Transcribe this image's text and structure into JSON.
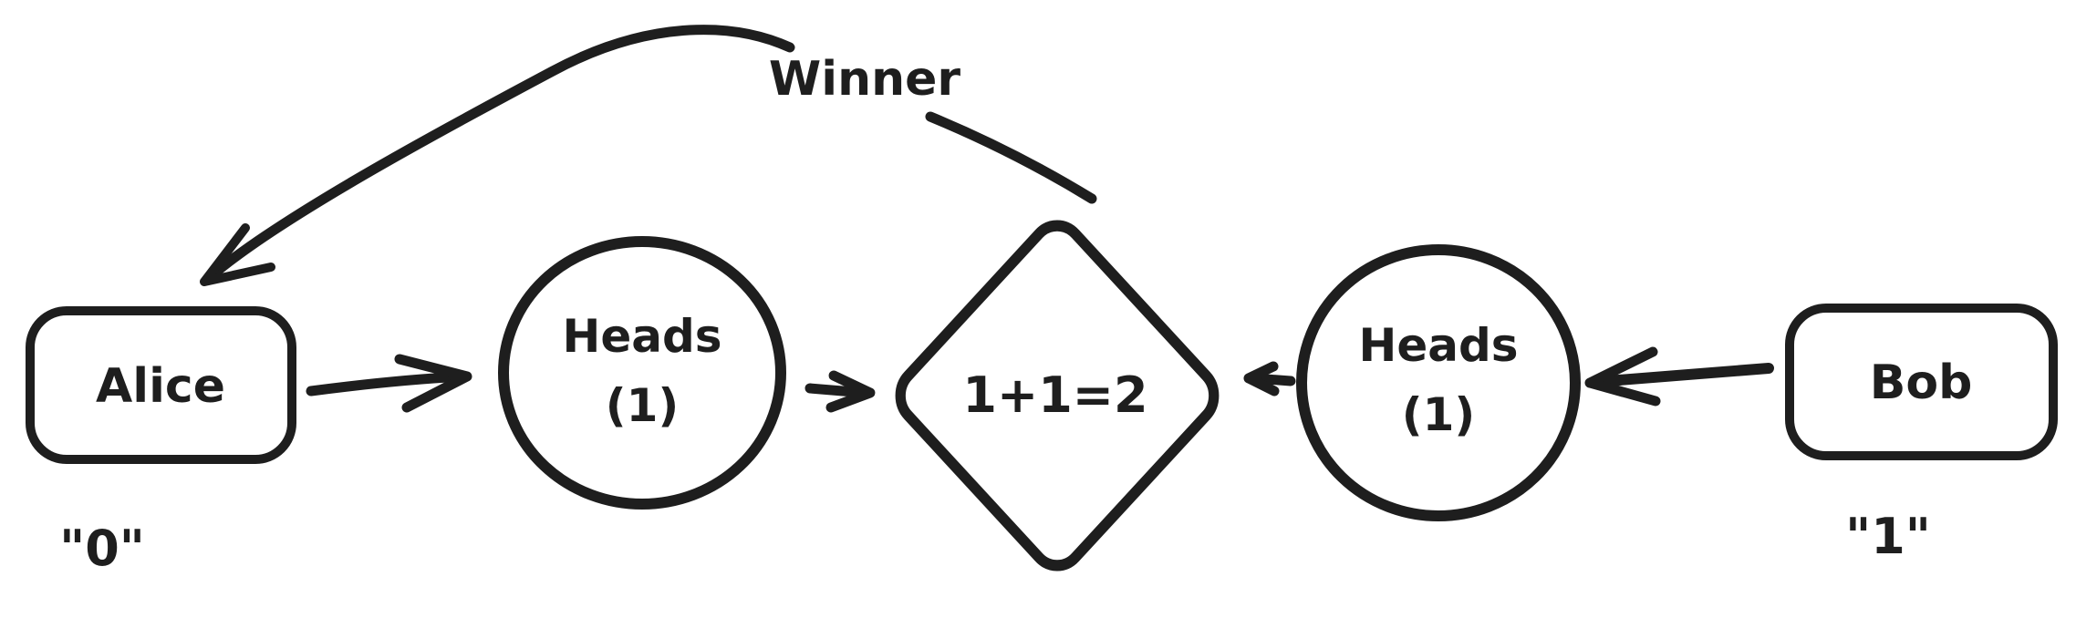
{
  "canvas": {
    "background_color": "#ffffff",
    "ink_color": "#1e1e1e",
    "coin_fill_color": "#e8ebee"
  },
  "nodes": {
    "alice": {
      "label": "Alice",
      "annotation": "\"0\""
    },
    "bob": {
      "label": "Bob",
      "annotation": "\"1\""
    },
    "coin_left": {
      "line1": "Heads",
      "line2": "(1)"
    },
    "coin_right": {
      "line1": "Heads",
      "line2": "(1)"
    },
    "sum": {
      "label": "1+1=2"
    }
  },
  "edges": {
    "winner": {
      "label": "Winner"
    },
    "alice_to_coin": {
      "label": ""
    },
    "coin_to_sum_left": {
      "label": ""
    },
    "coin_to_sum_right": {
      "label": ""
    },
    "bob_to_coin": {
      "label": ""
    }
  }
}
